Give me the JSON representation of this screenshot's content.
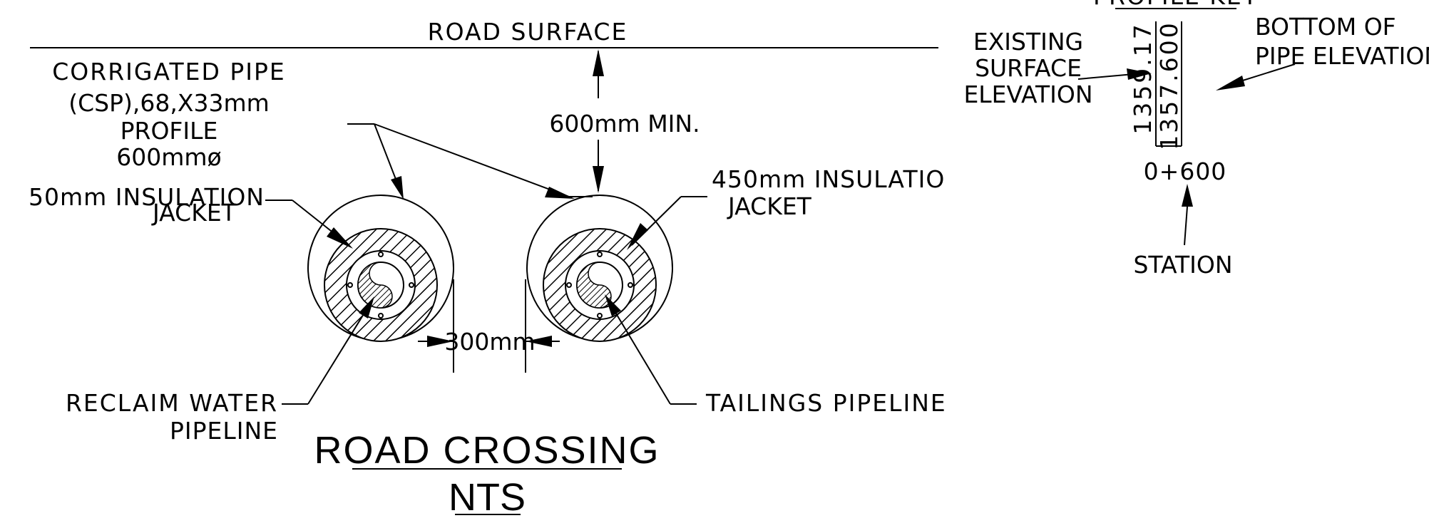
{
  "road_surface_label": "ROAD SURFACE",
  "corrugated_pipe_label": {
    "line1": "CORRIGATED PIPE",
    "line2": "(CSP),68,X33mm",
    "line3": "PROFILE",
    "line4": "600mmø"
  },
  "min_cover_label": "600mm MIN.",
  "insulation_left": {
    "line1": "50mm INSULATION",
    "line2": "JACKET"
  },
  "insulation_right": {
    "line1": "450mm INSULATIO",
    "line2": "JACKET"
  },
  "spacing_label": "300mm",
  "reclaim_label": {
    "line1": "RECLAIM WATER",
    "line2": "PIPELINE"
  },
  "tailings_label": "TAILINGS PIPELINE",
  "title": {
    "line1": "ROAD CROSSING",
    "line2": "NTS"
  },
  "profile_key": {
    "header": "PROFILE KEY",
    "existing_surface": {
      "line1": "EXISTING",
      "line2": "SURFACE",
      "line3": "ELEVATION"
    },
    "bottom_pipe": {
      "line1": "BOTTOM OF",
      "line2": "PIPE ELEVATION"
    },
    "surface_value": "1359.17",
    "pipe_value": "1357.600",
    "station_value": "0+600",
    "station_label": "STATION"
  }
}
